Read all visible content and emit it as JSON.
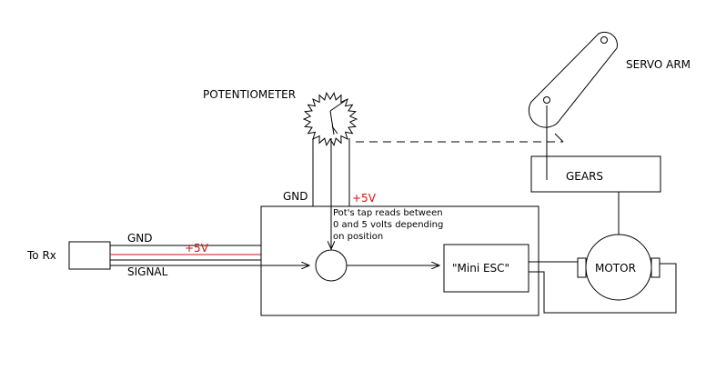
{
  "labels": {
    "potentiometer": "POTENTIOMETER",
    "servo_arm": "SERVO ARM",
    "gears": "GEARS",
    "motor": "MOTOR",
    "mini_esc": "\"Mini ESC\"",
    "to_rx": "To Rx",
    "gnd_rx": "GND",
    "plus5v_rx": "+5V",
    "signal": "SIGNAL",
    "gnd_pot": "GND",
    "plus5v_pot": "+5V",
    "note_line1": "Pot's tap reads between",
    "note_line2": "0 and 5 volts depending",
    "note_line3": "on position"
  },
  "colors": {
    "line": "#000000",
    "power": "#d01010",
    "background": "#ffffff"
  }
}
